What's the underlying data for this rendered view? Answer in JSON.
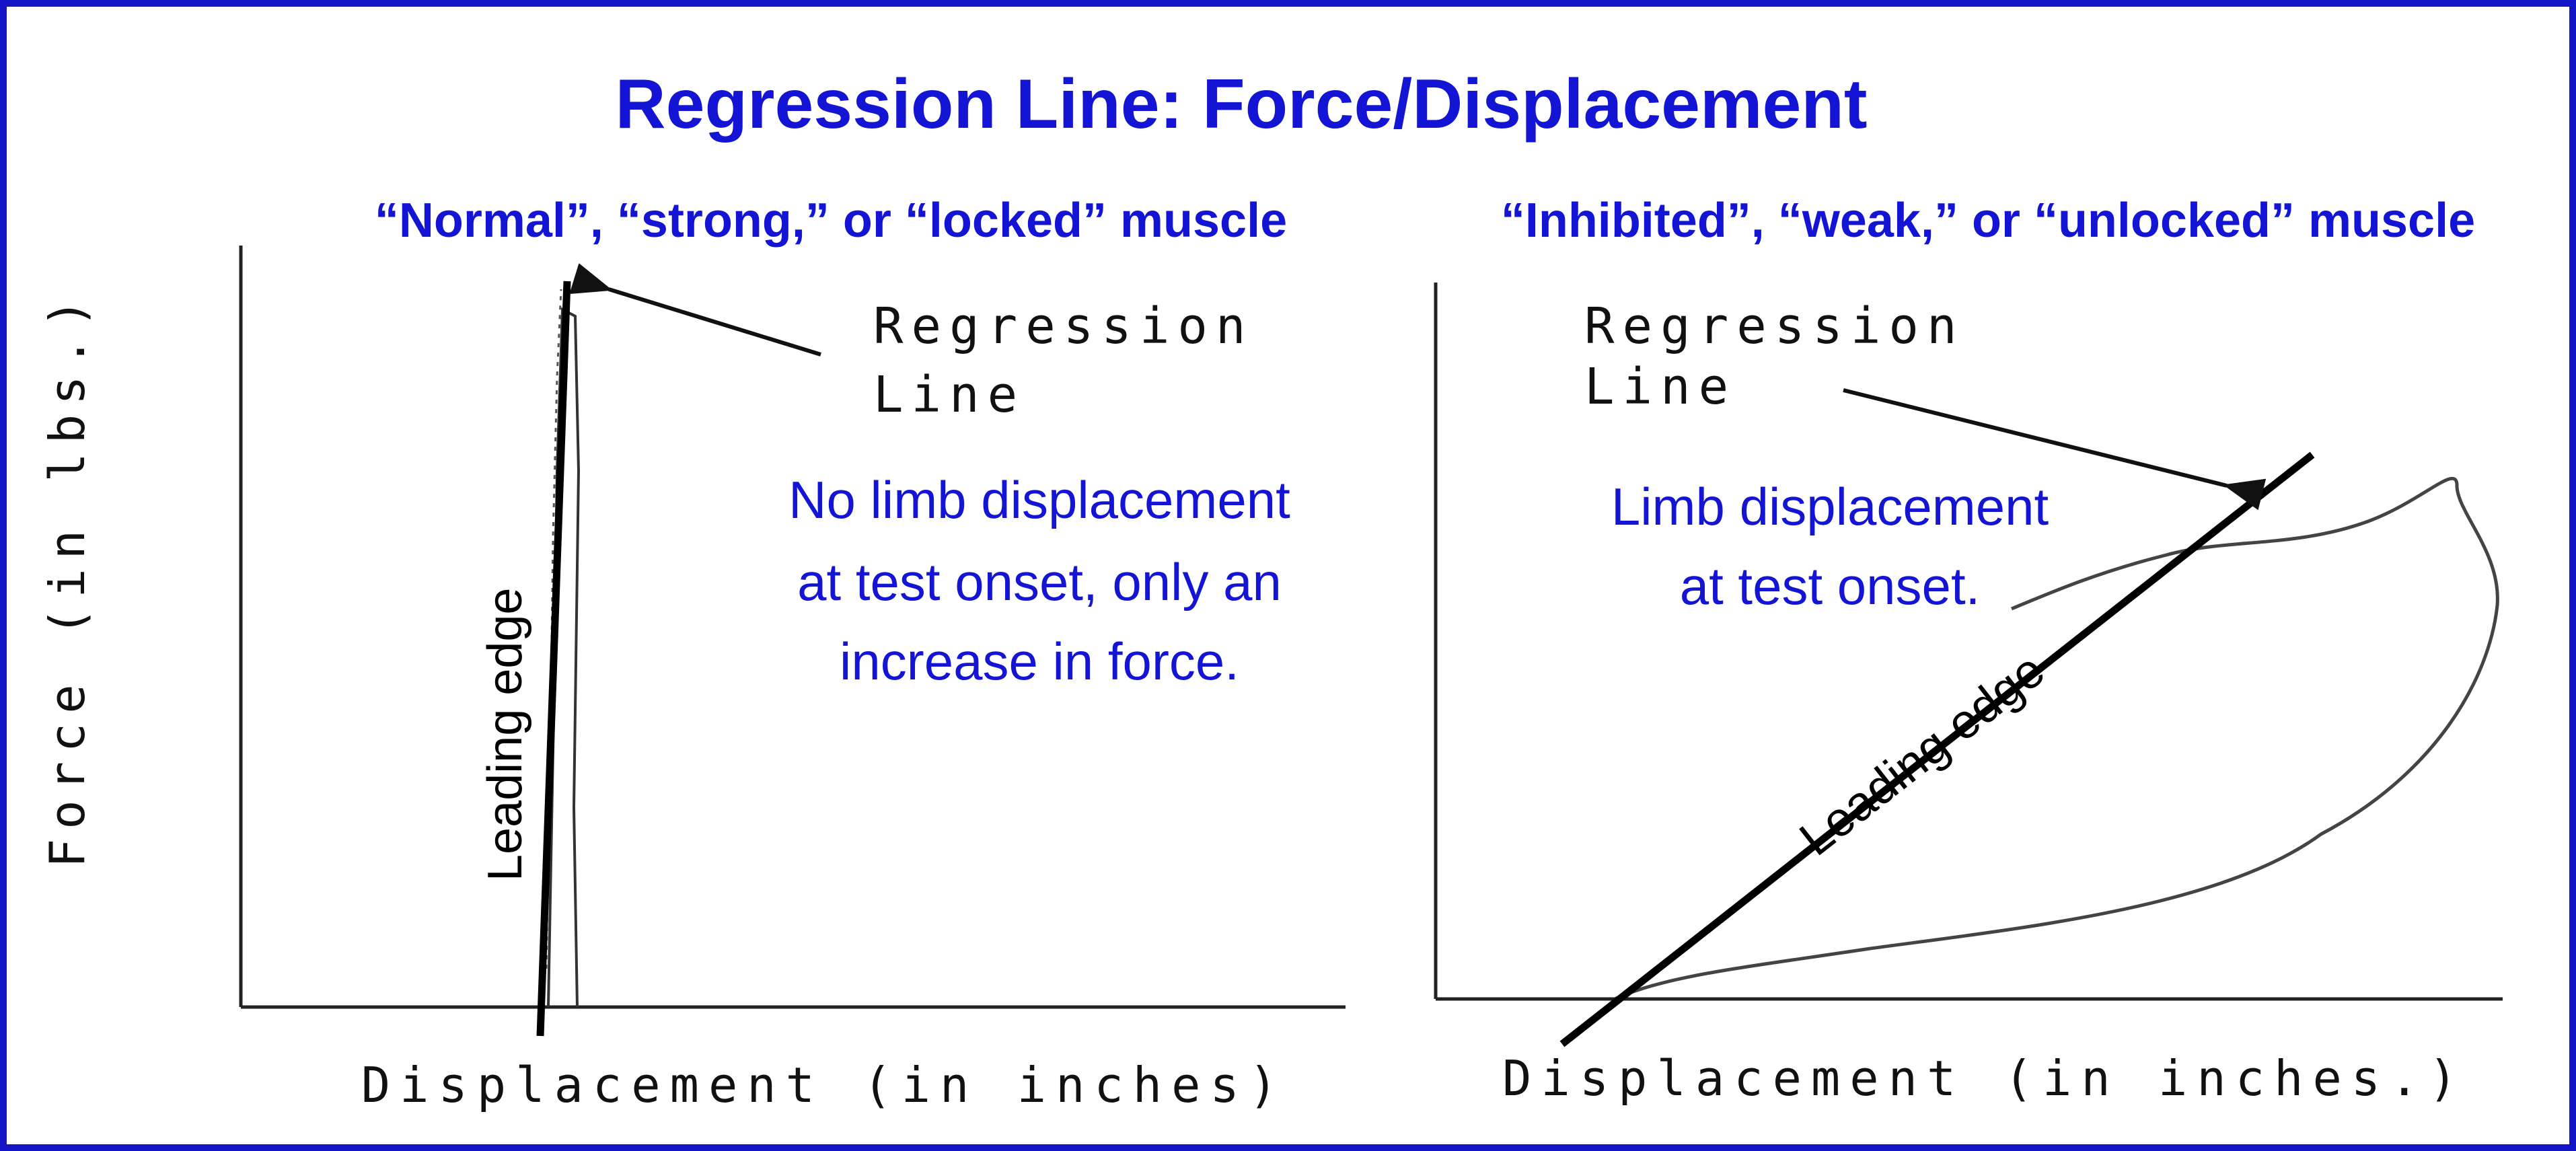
{
  "title": "Regression Line: Force/Displacement",
  "colors": {
    "border": "#1515c8",
    "text_blue": "#1414d4",
    "ink": "#111111"
  },
  "y_axis_label": "Force (in lbs.)",
  "left_panel": {
    "subtitle": "“Normal”, “strong,” or “locked” muscle",
    "regression_label_line1": "Regression",
    "regression_label_line2": "Line",
    "leading_edge": "Leading edge",
    "note_line1": "No limb displacement",
    "note_line2": "at test onset, only an",
    "note_line3": "increase in force.",
    "x_axis_label": "Displacement (in inches)"
  },
  "right_panel": {
    "subtitle": "“Inhibited”, “weak,” or “unlocked” muscle",
    "regression_label_line1": "Regression",
    "regression_label_line2": "Line",
    "leading_edge": "Leading edge",
    "note_line1": "Limb displacement",
    "note_line2": "at test onset.",
    "x_axis_label": "Displacement (in inches.)"
  }
}
